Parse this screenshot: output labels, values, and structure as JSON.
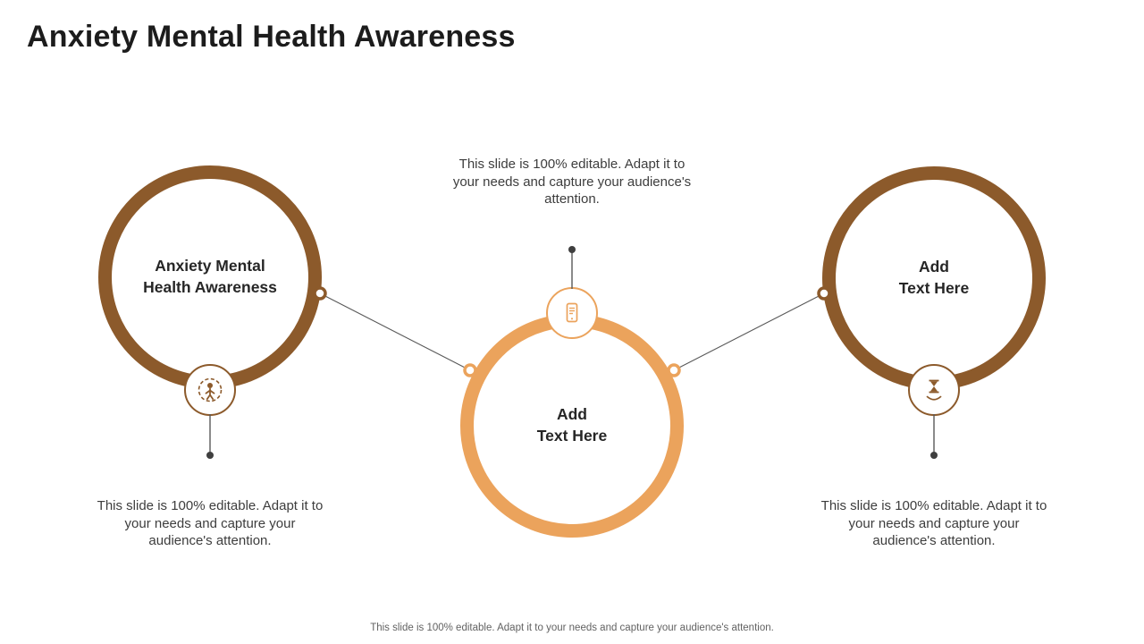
{
  "slide": {
    "title": "Anxiety Mental Health Awareness",
    "footer": "This slide is 100% editable. Adapt it to your needs and capture your audience's attention."
  },
  "colors": {
    "brown": "#8c5a2b",
    "orange": "#eba35c",
    "label_text": "#262626",
    "caption_text": "#3d3d3d",
    "connector_line": "#595959",
    "connector_dot": "#3f3f3f",
    "background": "#ffffff"
  },
  "nodes": {
    "left": {
      "label_line1": "Anxiety Mental",
      "label_line2": "Health Awareness",
      "icon": "person-target-icon",
      "caption": "This slide is 100% editable. Adapt it to your needs and capture your audience's attention."
    },
    "center": {
      "label_line1": "Add",
      "label_line2": "Text Here",
      "icon": "mobile-message-icon",
      "caption": "This slide is 100% editable. Adapt it to your needs and capture your audience's attention."
    },
    "right": {
      "label_line1": "Add",
      "label_line2": "Text Here",
      "icon": "hourglass-hand-icon",
      "caption": "This slide is 100% editable. Adapt it to your needs and capture your audience's attention."
    }
  }
}
